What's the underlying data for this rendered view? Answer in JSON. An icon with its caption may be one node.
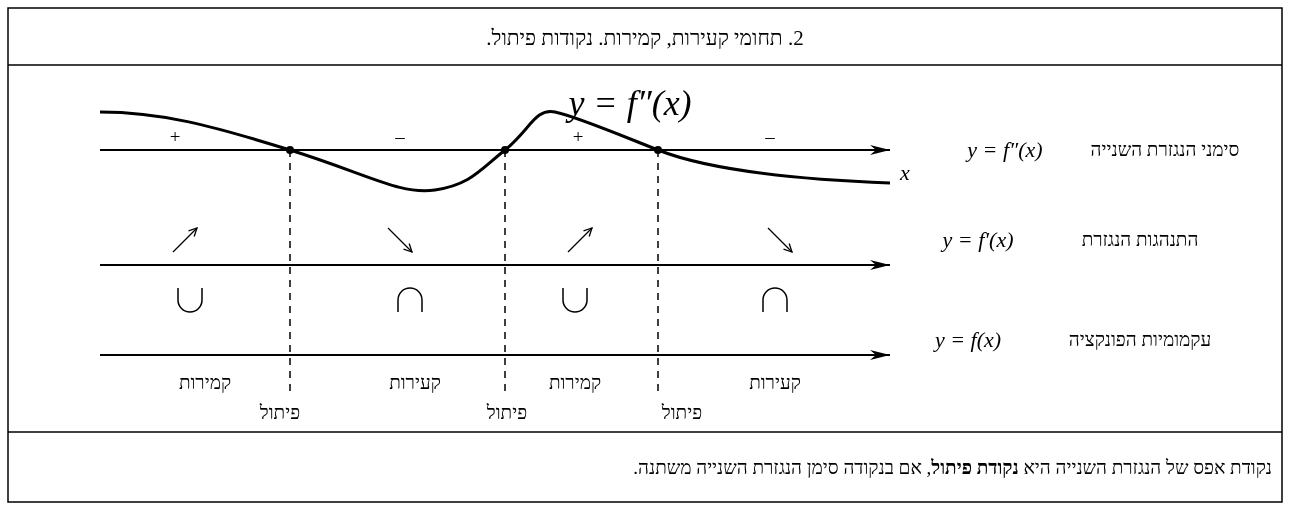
{
  "diagram": {
    "title": "2. תחומי קעירות, קמירות. נקודות פיתול.",
    "caption": "נקודת אפס של הנגזרת השנייה היא **נקודת פיתול**, אם בנקודה סימן הנגזרת השנייה משתנה.",
    "labels": [
      "y = f″(x)",
      "y = f″(x)",
      "סימני הנגזרת השנייה",
      "+",
      "–",
      "+",
      "–",
      "x",
      "y = f′(x)",
      "התנהגות הנגזרת",
      "y = f(x)",
      "עקמומיות הפונקציה",
      "קמירות",
      "קעירות",
      "קמירות",
      "קעירות",
      "פיתול",
      "פיתול",
      "פיתול"
    ]
  }
}
